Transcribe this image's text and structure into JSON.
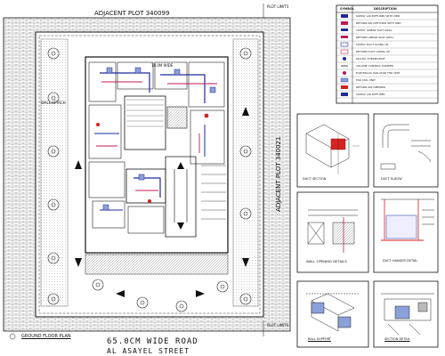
{
  "drawing": {
    "top_plot_label": "ADJACENT PLOT 340099",
    "right_plot_label": "ADJACENT PLOT 340021",
    "road_label_1": "65.0CM WIDE ROAD",
    "road_label_2": "AL ASAYEL STREET",
    "plan_title": "GROUND FLOOR PLAN",
    "plot_limit_label": "PLOT LIMITS",
    "small_wide_road": "18.0M WIDE",
    "note_left": "WALL ATTACH",
    "note_bottom_small": "PLOT LIMITS"
  },
  "legend": {
    "header_symbol": "SYMBOL",
    "header_description": "DESCRIPTION",
    "rows": [
      {
        "text": "SUPPLY AIR DIFFUSER WITH OBD",
        "color": "#1f2a9c"
      },
      {
        "text": "RETURN AIR DIFFUSER WITH OBD",
        "color": "#c0185a"
      },
      {
        "text": "SUPPLY LINEAR SLOT GRILL",
        "color": "#1f2a9c"
      },
      {
        "text": "RETURN LINEAR SLOT GRILL",
        "color": "#c0185a"
      },
      {
        "text": "SUPPLY DUCT GOING UP",
        "color": "#1f2a9c"
      },
      {
        "text": "RETURN DUCT GOING UP",
        "color": "#c0185a"
      },
      {
        "text": "DIGITAL THERMOSTAT",
        "color": "#1f2a9c"
      },
      {
        "text": "VOLUME CONTROL DAMPER",
        "color": "#222222"
      },
      {
        "text": "ELECTRICAL ISOLATOR FOR UNIT",
        "color": "#c0185a"
      },
      {
        "text": "FAN COIL UNIT",
        "color": "#1f2a9c"
      },
      {
        "text": "RETURN AIR OPENING",
        "color": "#c0185a"
      },
      {
        "text": "SUPPLY AIR DIFFUSER",
        "color": "#1f2a9c"
      }
    ]
  },
  "details": {
    "wall_opening": "WALL OPENING DETAILS",
    "detail_a": "DUCT SECTION",
    "detail_b": "DUCT ELBOW",
    "detail_c": "DUCT HANGER DETAIL",
    "detail_d": "BALL SUPPORT",
    "detail_e": "SECTION DETAIL"
  },
  "colors": {
    "supply": "#1f2a9c",
    "return": "#c0185a",
    "accent_red": "#d6221e",
    "fill_blue": "#8aa0d8"
  }
}
